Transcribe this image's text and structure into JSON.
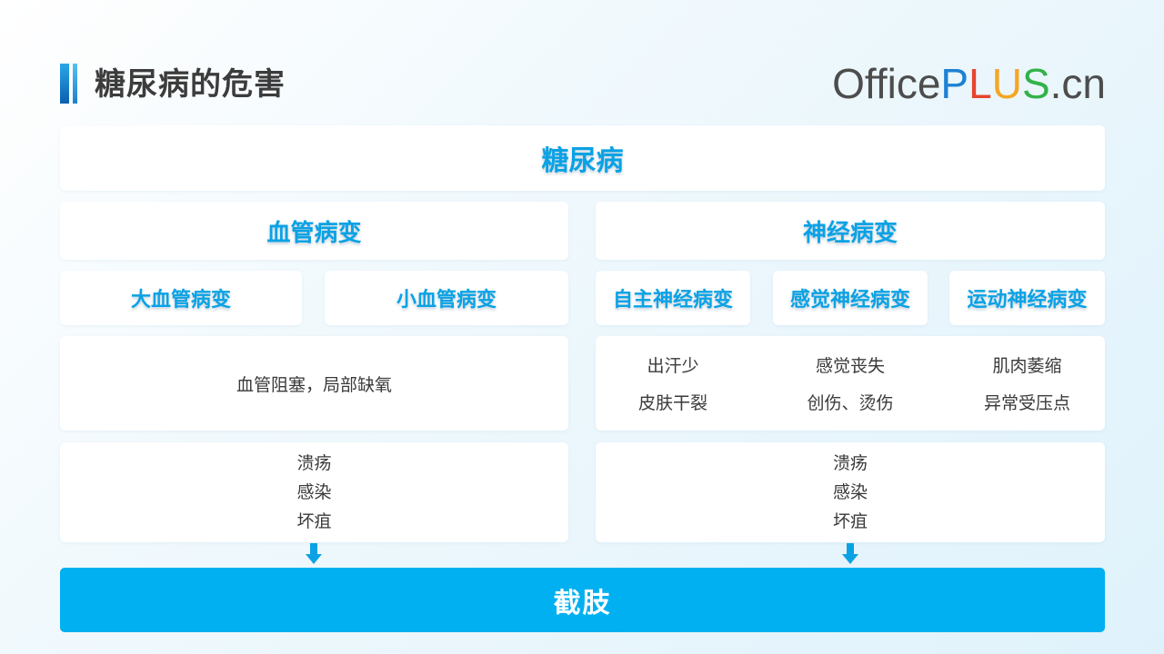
{
  "header": {
    "title": "糖尿病的危害"
  },
  "logo": {
    "office": "Office",
    "p": "P",
    "l": "L",
    "u": "U",
    "s": "S",
    "cn": ".cn",
    "colors": {
      "office": "#4d4d4d",
      "p": "#1e82d2",
      "l": "#e8442d",
      "u": "#f5a623",
      "s": "#33b24a",
      "cn": "#4d4d4d"
    }
  },
  "colors": {
    "accent": "#00b0f0",
    "heading": "#0aa2e4",
    "text": "#3a3a3a"
  },
  "top": {
    "label": "糖尿病"
  },
  "vascular": {
    "label": "血管病变",
    "sub": [
      "大血管病变",
      "小血管病变"
    ],
    "symptom": "血管阻塞，局部缺氧",
    "outcomes": [
      "溃疡",
      "感染",
      "坏疽"
    ]
  },
  "neural": {
    "label": "神经病变",
    "sub": [
      "自主神经病变",
      "感觉神经病变",
      "运动神经病变"
    ],
    "symptoms": [
      [
        "出汗少",
        "皮肤干裂"
      ],
      [
        "感觉丧失",
        "创伤、烫伤"
      ],
      [
        "肌肉萎缩",
        "异常受压点"
      ]
    ],
    "outcomes": [
      "溃疡",
      "感染",
      "坏疽"
    ]
  },
  "result": {
    "label": "截肢"
  }
}
